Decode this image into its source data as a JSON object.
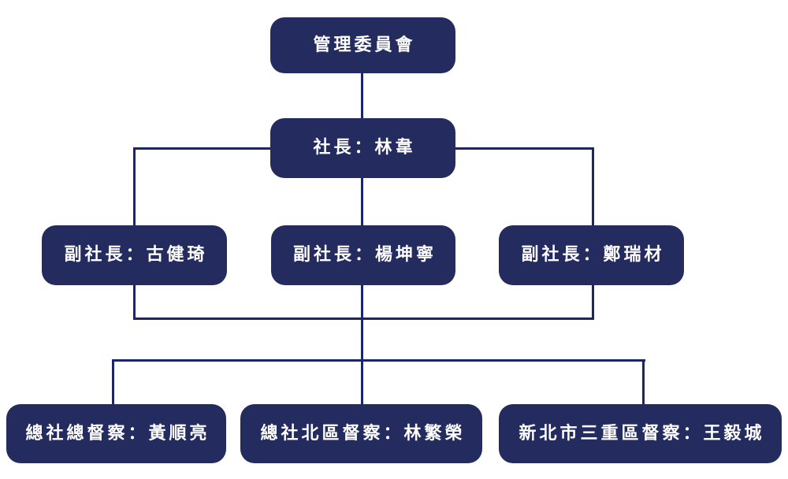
{
  "org_chart": {
    "colors": {
      "node_fill": "#232b5f",
      "connector": "#1a256b",
      "node_text": "#ffffff",
      "background": "#ffffff"
    },
    "nodes": {
      "committee": {
        "label": "管理委員會"
      },
      "president": {
        "label": "社長：林韋"
      },
      "vice_president_1": {
        "label": "副社長：古健琦"
      },
      "vice_president_2": {
        "label": "副社長：楊坤寧"
      },
      "vice_president_3": {
        "label": "副社長：鄭瑞材"
      },
      "chief_inspector": {
        "label": "總社總督察：黃順亮"
      },
      "north_district_inspector": {
        "label": "總社北區督察：林繁榮"
      },
      "sanchong_district_inspector": {
        "label": "新北市三重區督察：王毅城"
      }
    }
  }
}
